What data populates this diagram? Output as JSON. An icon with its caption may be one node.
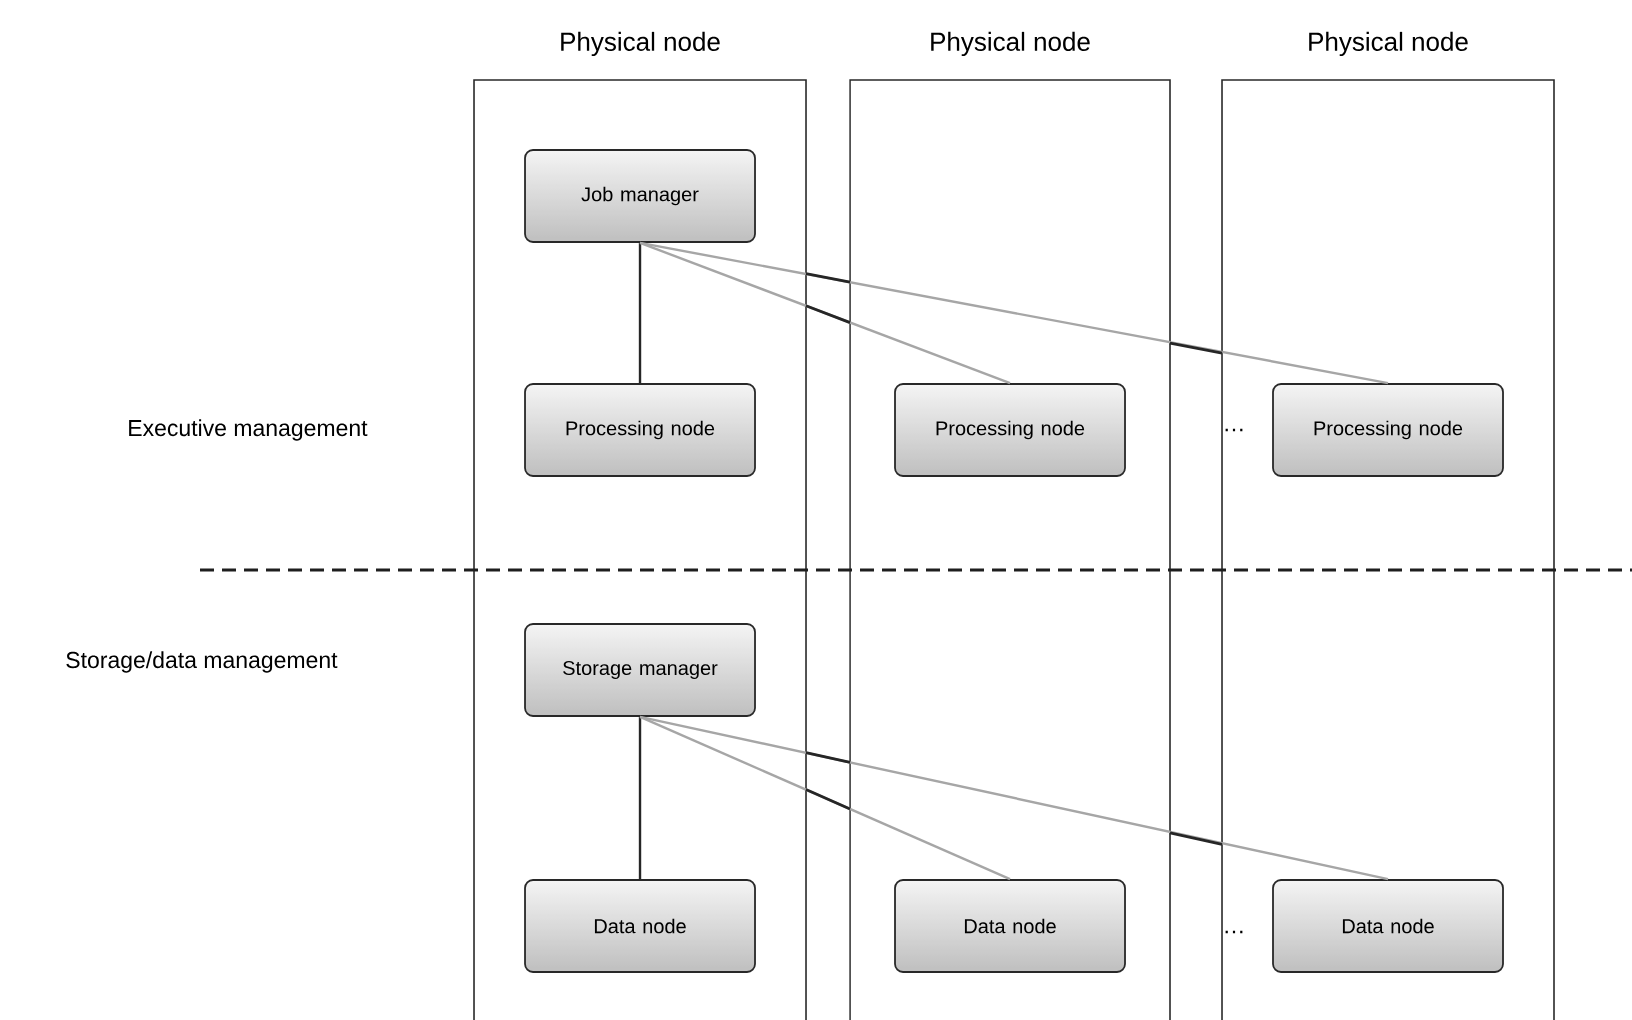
{
  "diagram": {
    "nodes": [
      {
        "text": [
          "Physical node"
        ]
      },
      {
        "text": [
          "Physical node"
        ]
      },
      {
        "text": [
          "Physical node"
        ]
      },
      {
        "text": [
          "Job manager"
        ],
        "in": 0
      },
      {
        "text": [
          "Processing node"
        ],
        "in": 0
      },
      {
        "text": [
          "Processing node"
        ],
        "in": 1
      },
      {
        "text": [
          "Processing node"
        ],
        "in": 2
      },
      {
        "text": [
          "Storage manager"
        ],
        "in": 0
      },
      {
        "text": [
          "Data node"
        ],
        "in": 0
      },
      {
        "text": [
          "Data node"
        ],
        "in": 1
      },
      {
        "text": [
          "Data node"
        ],
        "in": 2
      }
    ],
    "edges": [
      {
        "from": 3,
        "to": 4,
        "arrow": "none",
        "color": "#262626"
      },
      {
        "from": 3,
        "to": 5,
        "arrow": "none",
        "color": "#a6a6a6"
      },
      {
        "from": 3,
        "to": 6,
        "arrow": "none",
        "color": "#a6a6a6"
      },
      {
        "from": 7,
        "to": 8,
        "arrow": "none",
        "color": "#262626"
      },
      {
        "from": 7,
        "to": 9,
        "arrow": "none",
        "color": "#a6a6a6"
      },
      {
        "from": 7,
        "to": 10,
        "arrow": "none",
        "color": "#a6a6a6"
      }
    ],
    "labels": [
      "Executive management",
      "…",
      "Storage/data management",
      "…"
    ]
  }
}
